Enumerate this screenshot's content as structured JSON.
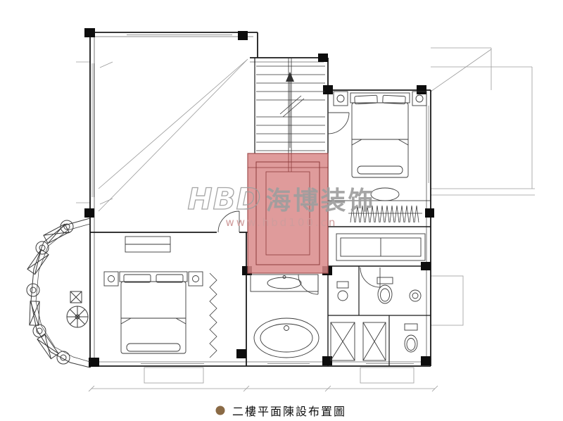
{
  "watermark": {
    "brand_latin": "HBD",
    "brand_cjk": "海博装饰",
    "url": "www.hbd100.cn"
  },
  "caption": {
    "text": "二樓平面陳設布置圖"
  },
  "colors": {
    "stair_highlight": "#d98a8a",
    "stair_highlight_border": "#a14f4f",
    "caption_bullet": "#8a6a45",
    "watermark_text": "#9e9e9e",
    "watermark_url": "#cf9c9c",
    "wall_line": "#1a1a1a",
    "light_line": "#9b9b9b",
    "background": "#ffffff"
  }
}
